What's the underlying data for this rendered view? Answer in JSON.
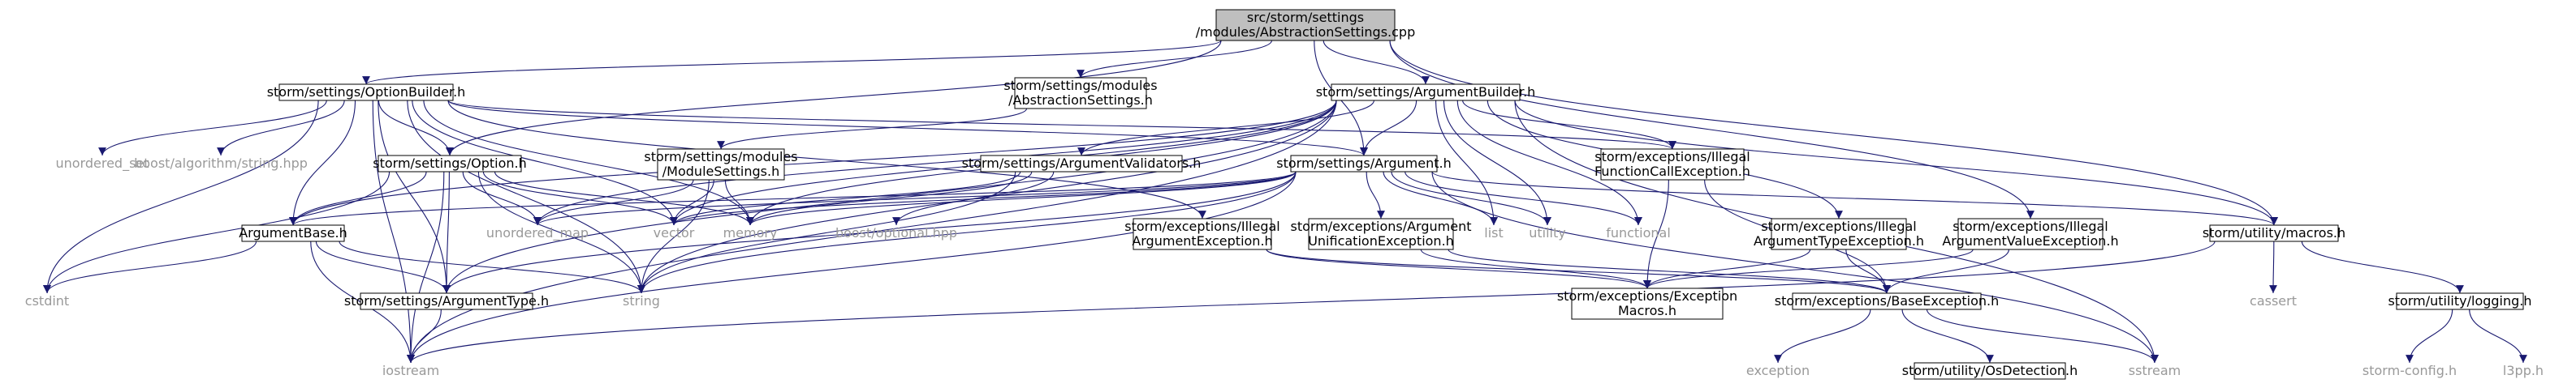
{
  "colors": {
    "edge": "#191970",
    "root_fill": "#bfbfbf",
    "node_fill": "#ffffff",
    "node_border": "#000000",
    "external_text": "#999999"
  },
  "nodes": [
    {
      "id": "root",
      "label": [
        "src/storm/settings",
        "/modules/AbstractionSettings.cpp"
      ],
      "kind": "root"
    },
    {
      "id": "optionbuilder",
      "label": [
        "storm/settings/OptionBuilder.h"
      ],
      "kind": "box"
    },
    {
      "id": "modabs",
      "label": [
        "storm/settings/modules",
        "/AbstractionSettings.h"
      ],
      "kind": "box"
    },
    {
      "id": "argbuilder",
      "label": [
        "storm/settings/ArgumentBuilder.h"
      ],
      "kind": "box"
    },
    {
      "id": "unordered_set",
      "label": [
        "unordered_set"
      ],
      "kind": "external"
    },
    {
      "id": "boost_string",
      "label": [
        "boost/algorithm/string.hpp"
      ],
      "kind": "external"
    },
    {
      "id": "option",
      "label": [
        "storm/settings/Option.h"
      ],
      "kind": "box"
    },
    {
      "id": "modsettings",
      "label": [
        "storm/settings/modules",
        "/ModuleSettings.h"
      ],
      "kind": "box"
    },
    {
      "id": "argvalidators",
      "label": [
        "storm/settings/ArgumentValidators.h"
      ],
      "kind": "box"
    },
    {
      "id": "argument",
      "label": [
        "storm/settings/Argument.h"
      ],
      "kind": "box"
    },
    {
      "id": "illegalfunc",
      "label": [
        "storm/exceptions/Illegal",
        "FunctionCallException.h"
      ],
      "kind": "box"
    },
    {
      "id": "argbase",
      "label": [
        "ArgumentBase.h"
      ],
      "kind": "box"
    },
    {
      "id": "unordered_map",
      "label": [
        "unordered_map"
      ],
      "kind": "external"
    },
    {
      "id": "vector",
      "label": [
        "vector"
      ],
      "kind": "external"
    },
    {
      "id": "memory",
      "label": [
        "memory"
      ],
      "kind": "external"
    },
    {
      "id": "boost_optional",
      "label": [
        "boost/optional.hpp"
      ],
      "kind": "external"
    },
    {
      "id": "illegalarg",
      "label": [
        "storm/exceptions/Illegal",
        "ArgumentException.h"
      ],
      "kind": "box"
    },
    {
      "id": "argunif",
      "label": [
        "storm/exceptions/Argument",
        "UnificationException.h"
      ],
      "kind": "box"
    },
    {
      "id": "list",
      "label": [
        "list"
      ],
      "kind": "external"
    },
    {
      "id": "utility",
      "label": [
        "utility"
      ],
      "kind": "external"
    },
    {
      "id": "functional",
      "label": [
        "functional"
      ],
      "kind": "external"
    },
    {
      "id": "illegaltype",
      "label": [
        "storm/exceptions/Illegal",
        "ArgumentTypeException.h"
      ],
      "kind": "box"
    },
    {
      "id": "illegalvalue",
      "label": [
        "storm/exceptions/Illegal",
        "ArgumentValueException.h"
      ],
      "kind": "box"
    },
    {
      "id": "macros",
      "label": [
        "storm/utility/macros.h"
      ],
      "kind": "box"
    },
    {
      "id": "cstdint",
      "label": [
        "cstdint"
      ],
      "kind": "external"
    },
    {
      "id": "argtype",
      "label": [
        "storm/settings/ArgumentType.h"
      ],
      "kind": "box"
    },
    {
      "id": "string",
      "label": [
        "string"
      ],
      "kind": "external"
    },
    {
      "id": "excmacros",
      "label": [
        "storm/exceptions/Exception",
        "Macros.h"
      ],
      "kind": "box"
    },
    {
      "id": "baseexc",
      "label": [
        "storm/exceptions/BaseException.h"
      ],
      "kind": "box"
    },
    {
      "id": "cassert",
      "label": [
        "cassert"
      ],
      "kind": "external"
    },
    {
      "id": "logging",
      "label": [
        "storm/utility/logging.h"
      ],
      "kind": "box"
    },
    {
      "id": "iostream",
      "label": [
        "iostream"
      ],
      "kind": "external"
    },
    {
      "id": "exception",
      "label": [
        "exception"
      ],
      "kind": "external"
    },
    {
      "id": "osdetect",
      "label": [
        "storm/utility/OsDetection.h"
      ],
      "kind": "box"
    },
    {
      "id": "sstream",
      "label": [
        "sstream"
      ],
      "kind": "external"
    },
    {
      "id": "stormconfig",
      "label": [
        "storm-config.h"
      ],
      "kind": "external"
    },
    {
      "id": "l3pp",
      "label": [
        "l3pp.h"
      ],
      "kind": "external"
    }
  ],
  "edges": [
    [
      "root",
      "optionbuilder"
    ],
    [
      "root",
      "modabs"
    ],
    [
      "root",
      "argbuilder"
    ],
    [
      "root",
      "option"
    ],
    [
      "root",
      "argument"
    ],
    [
      "root",
      "illegalvalue"
    ],
    [
      "root",
      "macros"
    ],
    [
      "optionbuilder",
      "unordered_set"
    ],
    [
      "optionbuilder",
      "boost_string"
    ],
    [
      "optionbuilder",
      "option"
    ],
    [
      "optionbuilder",
      "argbase"
    ],
    [
      "optionbuilder",
      "argtype"
    ],
    [
      "optionbuilder",
      "string"
    ],
    [
      "optionbuilder",
      "cstdint"
    ],
    [
      "optionbuilder",
      "iostream"
    ],
    [
      "optionbuilder",
      "vector"
    ],
    [
      "optionbuilder",
      "memory"
    ],
    [
      "optionbuilder",
      "illegalarg"
    ],
    [
      "optionbuilder",
      "illegalfunc"
    ],
    [
      "optionbuilder",
      "argument"
    ],
    [
      "modabs",
      "modsettings"
    ],
    [
      "argbuilder",
      "argvalidators"
    ],
    [
      "argbuilder",
      "argument"
    ],
    [
      "argbuilder",
      "illegalfunc"
    ],
    [
      "argbuilder",
      "illegaltype"
    ],
    [
      "argbuilder",
      "macros"
    ],
    [
      "argbuilder",
      "list"
    ],
    [
      "argbuilder",
      "utility"
    ],
    [
      "argbuilder",
      "functional"
    ],
    [
      "argbuilder",
      "sstream"
    ],
    [
      "argbuilder",
      "iostream"
    ],
    [
      "argbuilder",
      "string"
    ],
    [
      "argbuilder",
      "vector"
    ],
    [
      "argbuilder",
      "memory"
    ],
    [
      "argbuilder",
      "unordered_map"
    ],
    [
      "argbuilder",
      "argbase"
    ],
    [
      "argbuilder",
      "argtype"
    ],
    [
      "option",
      "argbase"
    ],
    [
      "option",
      "argtype"
    ],
    [
      "option",
      "vector"
    ],
    [
      "option",
      "memory"
    ],
    [
      "option",
      "unordered_map"
    ],
    [
      "option",
      "string"
    ],
    [
      "option",
      "cstdint"
    ],
    [
      "option",
      "iostream"
    ],
    [
      "modsettings",
      "vector"
    ],
    [
      "modsettings",
      "memory"
    ],
    [
      "modsettings",
      "unordered_map"
    ],
    [
      "modsettings",
      "string"
    ],
    [
      "argvalidators",
      "boost_optional"
    ],
    [
      "argvalidators",
      "vector"
    ],
    [
      "argvalidators",
      "memory"
    ],
    [
      "argvalidators",
      "string"
    ],
    [
      "argument",
      "argbase"
    ],
    [
      "argument",
      "argtype"
    ],
    [
      "argument",
      "vector"
    ],
    [
      "argument",
      "memory"
    ],
    [
      "argument",
      "unordered_map"
    ],
    [
      "argument",
      "string"
    ],
    [
      "argument",
      "list"
    ],
    [
      "argument",
      "utility"
    ],
    [
      "argument",
      "functional"
    ],
    [
      "argument",
      "argunif"
    ],
    [
      "argument",
      "macros"
    ],
    [
      "argument",
      "sstream"
    ],
    [
      "argument",
      "iostream"
    ],
    [
      "illegalfunc",
      "baseexc"
    ],
    [
      "illegalfunc",
      "excmacros"
    ],
    [
      "argbase",
      "string"
    ],
    [
      "argbase",
      "cstdint"
    ],
    [
      "argbase",
      "iostream"
    ],
    [
      "argbase",
      "argtype"
    ],
    [
      "illegalarg",
      "baseexc"
    ],
    [
      "illegalarg",
      "excmacros"
    ],
    [
      "argunif",
      "baseexc"
    ],
    [
      "argunif",
      "excmacros"
    ],
    [
      "illegaltype",
      "baseexc"
    ],
    [
      "illegaltype",
      "excmacros"
    ],
    [
      "illegalvalue",
      "baseexc"
    ],
    [
      "illegalvalue",
      "excmacros"
    ],
    [
      "macros",
      "cassert"
    ],
    [
      "macros",
      "logging"
    ],
    [
      "macros",
      "iostream"
    ],
    [
      "argtype",
      "iostream"
    ],
    [
      "baseexc",
      "exception"
    ],
    [
      "baseexc",
      "osdetect"
    ],
    [
      "baseexc",
      "sstream"
    ],
    [
      "logging",
      "stormconfig"
    ],
    [
      "logging",
      "l3pp"
    ]
  ]
}
